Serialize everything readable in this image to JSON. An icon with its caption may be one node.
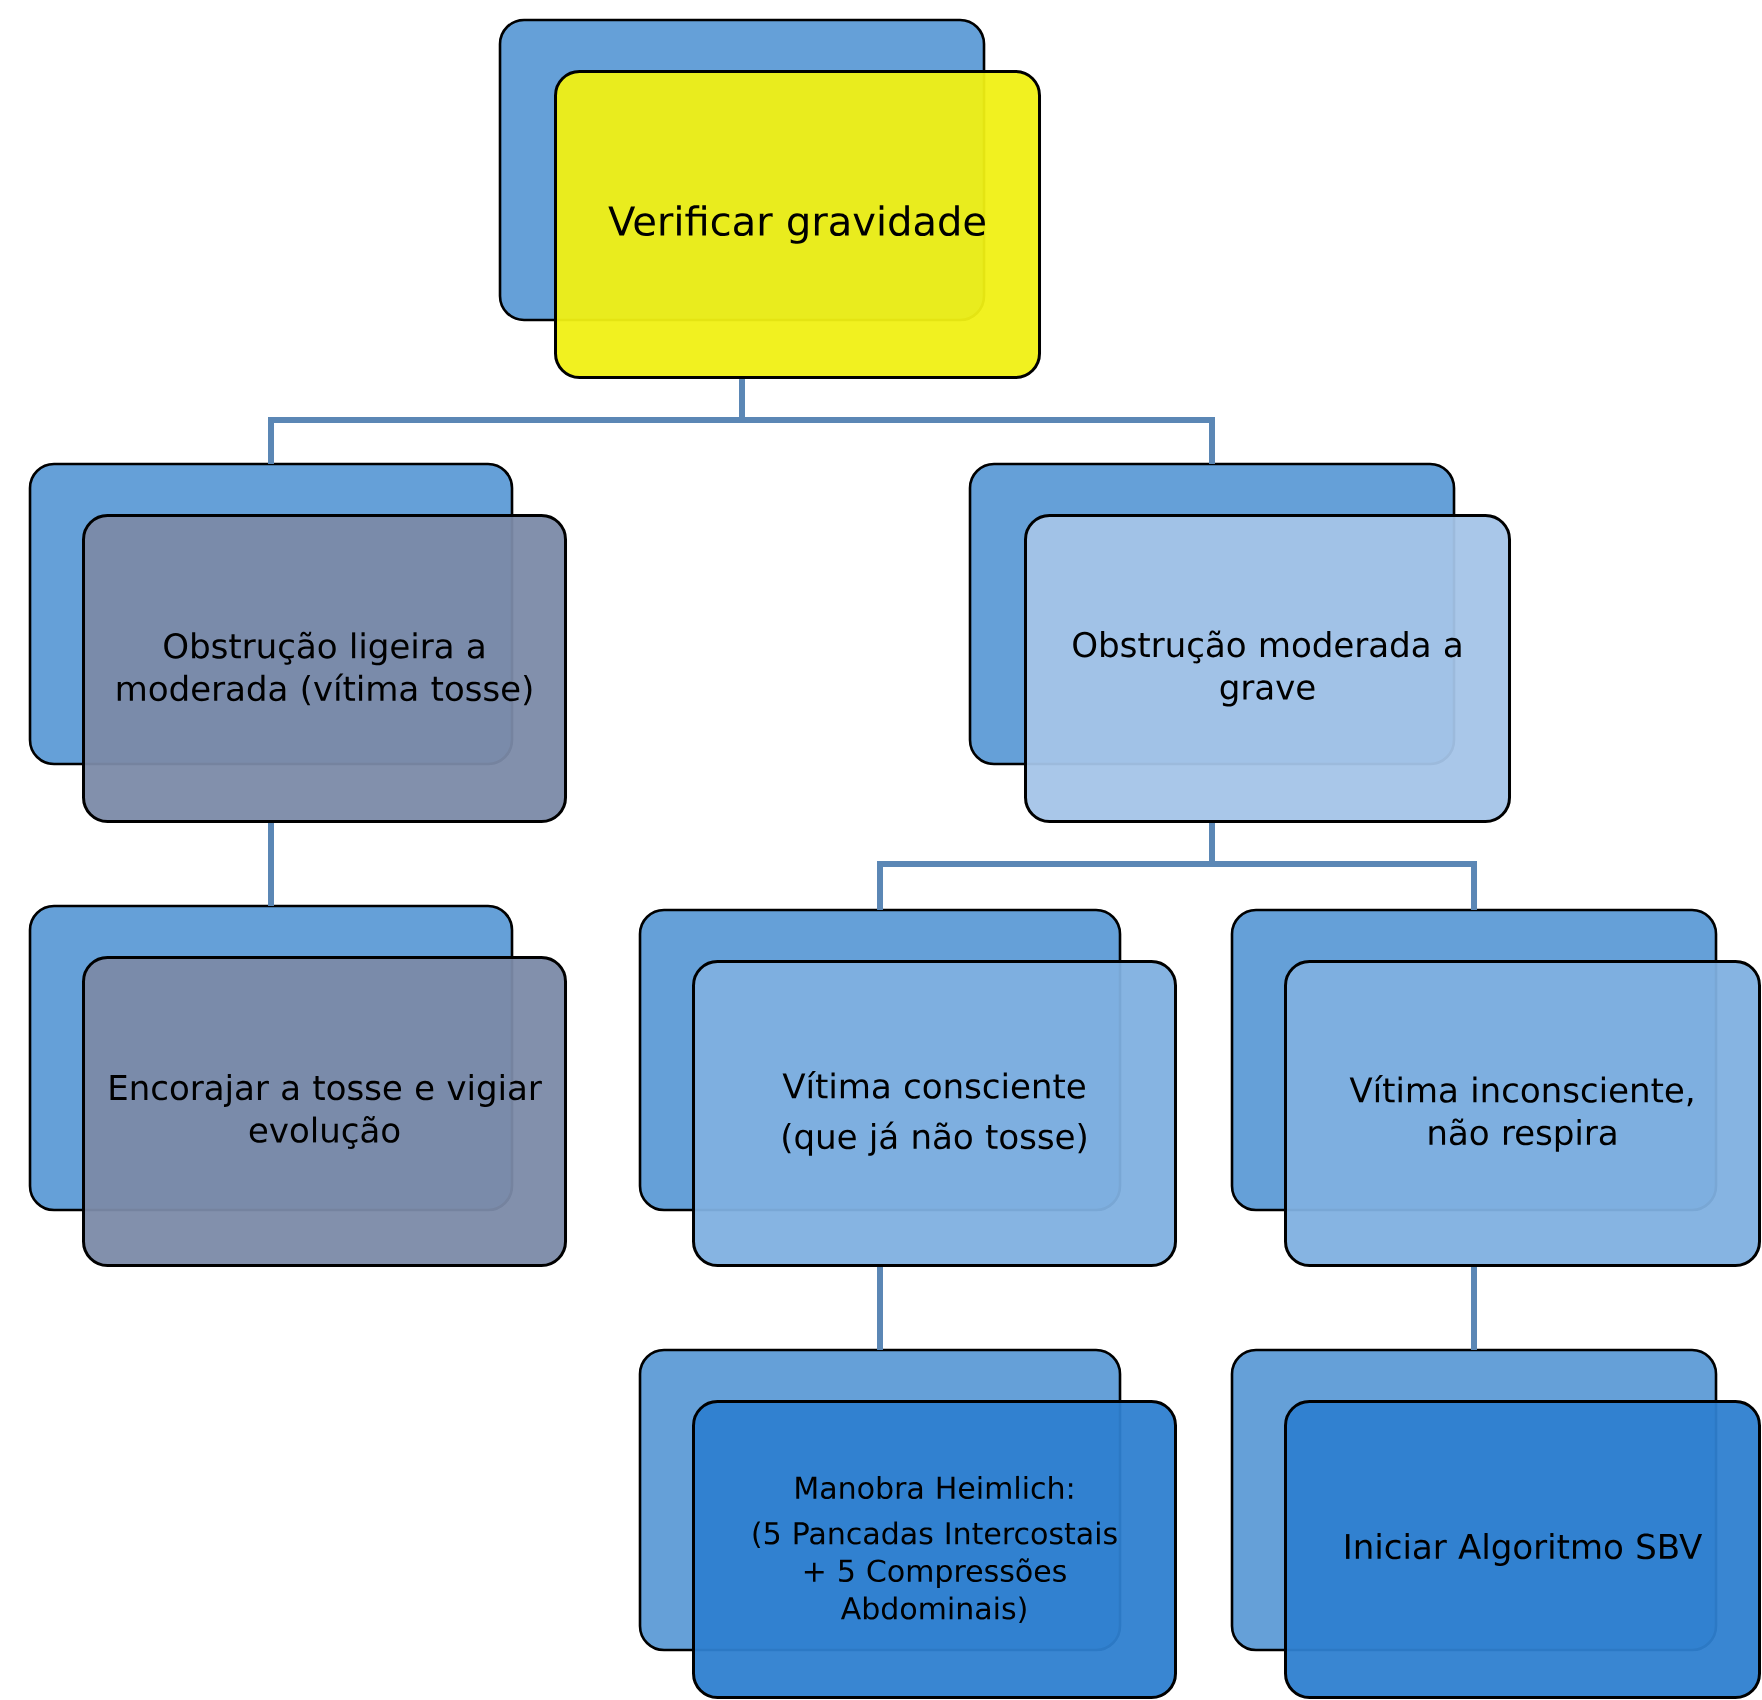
{
  "diagram": {
    "nodes": [
      {
        "text": [
          "Verificar gravidade"
        ]
      },
      {
        "text": [
          "Obstrução ligeira a moderada (vítima tosse)"
        ]
      },
      {
        "text": [
          "Obstrução moderada a grave"
        ]
      },
      {
        "text": [
          "Encorajar a tosse e vigiar evolução"
        ]
      },
      {
        "text": [
          "Vítima consciente",
          "(que já não tosse)"
        ]
      },
      {
        "text": [
          "Vítima inconsciente, não respira"
        ]
      },
      {
        "text": [
          "Manobra Heimlich:",
          "(5 Pancadas Intercostais + 5 Compressões Abdominais)"
        ]
      },
      {
        "text": [
          "Iniciar Algoritmo SBV"
        ]
      }
    ],
    "edges": [
      {
        "from": 0,
        "to": 1,
        "arrow": "none"
      },
      {
        "from": 0,
        "to": 2,
        "arrow": "none"
      },
      {
        "from": 1,
        "to": 3,
        "arrow": "none"
      },
      {
        "from": 2,
        "to": 4,
        "arrow": "none"
      },
      {
        "from": 2,
        "to": 5,
        "arrow": "none"
      },
      {
        "from": 4,
        "to": 6,
        "arrow": "none"
      },
      {
        "from": 5,
        "to": 7,
        "arrow": "none"
      }
    ]
  }
}
